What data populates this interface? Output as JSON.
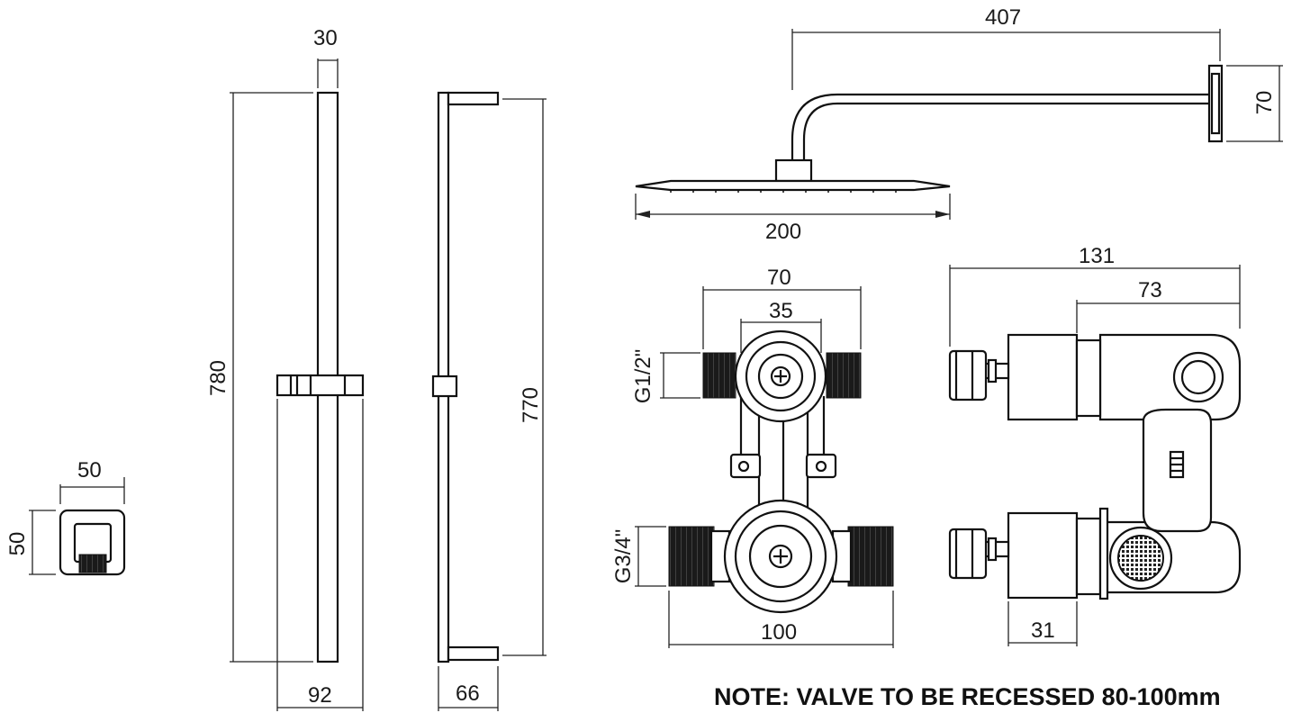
{
  "dimensions": {
    "outlet_width": "50",
    "outlet_height": "50",
    "rail_depth": "30",
    "rail_length": "780",
    "rail_bracket": "92",
    "rail_side_length": "770",
    "rail_side_depth": "66",
    "arm_length": "407",
    "arm_flange": "70",
    "head_width": "200",
    "valve_width": "70",
    "valve_inner": "35",
    "valve_inlet_top": "G1/2\"",
    "valve_inlet_bottom": "G3/4\"",
    "valve_bottom_width": "100",
    "valve_side_depth": "131",
    "valve_side_inner": "73",
    "valve_side_offset": "31"
  },
  "note": "NOTE: VALVE TO BE RECESSED 80-100mm",
  "colors": {
    "line": "#111111",
    "background": "#ffffff"
  }
}
